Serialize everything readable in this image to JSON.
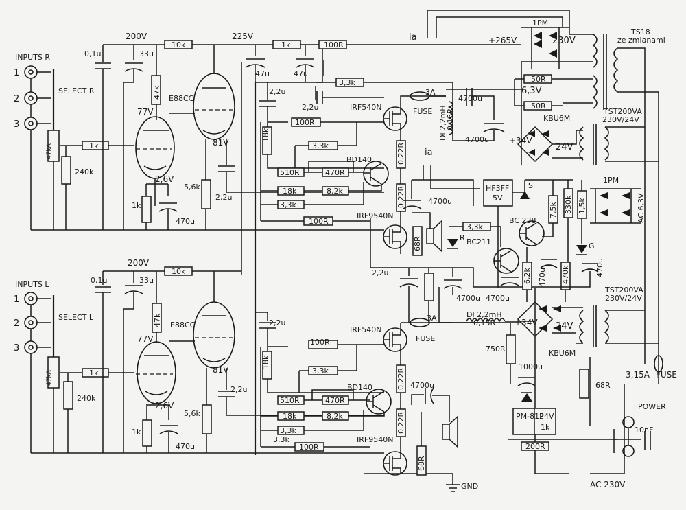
{
  "labels": {
    "inputs_r": "INPUTS R",
    "inputs_l": "INPUTS L",
    "select_r": "SELECT R",
    "select_l": "SELECT L",
    "pin1": "1",
    "pin2": "2",
    "pin3": "3",
    "pot": "47kA",
    "r_1k": "1k",
    "r_240k": "240k",
    "cap_01u": "0,1u",
    "cap_33u": "33u",
    "v200": "200V",
    "v225": "225V",
    "r_10k": "10k",
    "r_47k": "47k",
    "tube": "E88CC",
    "v77": "77V",
    "v81": "81V",
    "v26": "2,6V",
    "r_56k": "5,6k",
    "cap_470u": "470u",
    "cap_22u": "2,2u",
    "cap_47u": "47u",
    "r_100R": "100R",
    "r_18k": "18k",
    "r_33k": "3,3k",
    "r_510R": "510R",
    "r_470R": "470R",
    "r_82k": "8,2k",
    "q_bd140": "BD140",
    "q_irf540n": "IRF540N",
    "q_irf9540n": "IRF9540N",
    "fuse": "FUSE",
    "fuse_3a": "3A",
    "r_022R": "0,22R",
    "r_68R": "68R",
    "cap_4700u": "4700u",
    "choke": "Dł 2,2mH",
    "choke_r": "0,15R",
    "ia": "ia",
    "v265": "+265V",
    "v34": "+34V",
    "bridge_1pm": "1PM",
    "bridge_kbu": "KBU6M",
    "ac_230": "230V",
    "ac_63": "6,3V",
    "ac_24": "24V",
    "r_50R": "50R",
    "ts18": "TS18",
    "ts18_note": "ze zmianami",
    "tst": "TST200VA",
    "tst_rating": "230V/24V",
    "relay": "HF3FF",
    "relay_v": "5V",
    "si": "Si",
    "q_bc238": "BC 238",
    "q_bc211": "BC211",
    "r_75k": "7,5k",
    "r_330k": "330k",
    "r_15k": "1,5k",
    "r_62k": "6,2k",
    "r_470k": "470k",
    "led_r": "R",
    "led_g": "G",
    "ac63": "AC 6,3V",
    "r_750R": "750R",
    "cap_1000u": "1000u",
    "pm81p": "PM-81P",
    "v24": "24V",
    "r_200R": "200R",
    "fuse_315": "3,15A",
    "power": "POWER",
    "cap_10nF": "10nF",
    "ac230": "AC 230V",
    "gnd": "GND"
  }
}
